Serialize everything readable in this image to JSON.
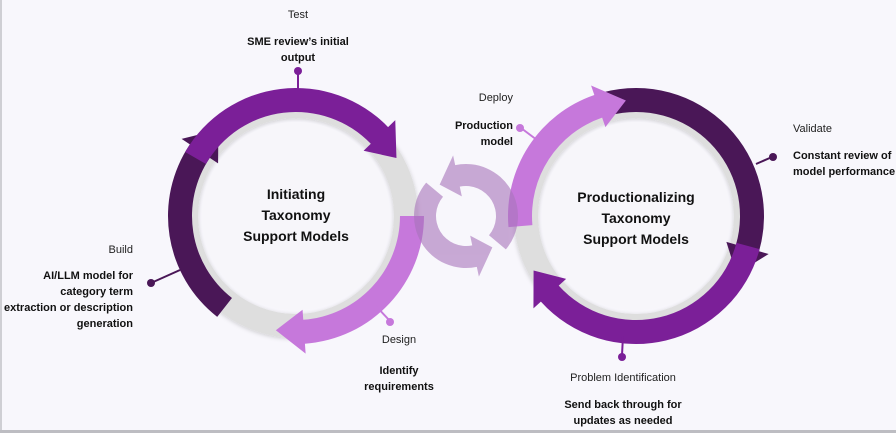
{
  "colors": {
    "background": "#f8f7fc",
    "dark_purple": "#4a1757",
    "mid_purple": "#7b1f98",
    "light_purple": "#c678db",
    "connector_purple": "#b48bc4",
    "ring_gray": "#dedede",
    "inner_white": "#f7f6fa"
  },
  "left_cycle": {
    "title": "Initiating Taxonomy Support Models",
    "title_lines": [
      "Initiating",
      "Taxonomy",
      "Support Models"
    ],
    "stages": [
      {
        "name": "Test",
        "description": "SME review's initial output",
        "desc_lines": [
          "SME review’s initial",
          "output"
        ]
      },
      {
        "name": "Build",
        "description": "AI/LLM model for category term extraction or description generation",
        "desc_lines": [
          "AI/LLM model for",
          "category term",
          "extraction or description",
          "generation"
        ]
      },
      {
        "name": "Design",
        "description": "Identify requirements",
        "desc_lines": [
          "Identify",
          "requirements"
        ]
      }
    ]
  },
  "right_cycle": {
    "title": "Productionalizing Taxonomy Support Models",
    "title_lines": [
      "Productionalizing",
      "Taxonomy",
      "Support Models"
    ],
    "stages": [
      {
        "name": "Deploy",
        "description": "Production model",
        "desc_lines": [
          "Production",
          "model"
        ]
      },
      {
        "name": "Validate",
        "description": "Constant review of model performance",
        "desc_lines": [
          "Constant review of",
          "model performance"
        ]
      },
      {
        "name": "Problem Identification",
        "description": "Send back through for updates as needed",
        "desc_lines": [
          "Send back through for",
          "updates as needed"
        ]
      }
    ]
  }
}
